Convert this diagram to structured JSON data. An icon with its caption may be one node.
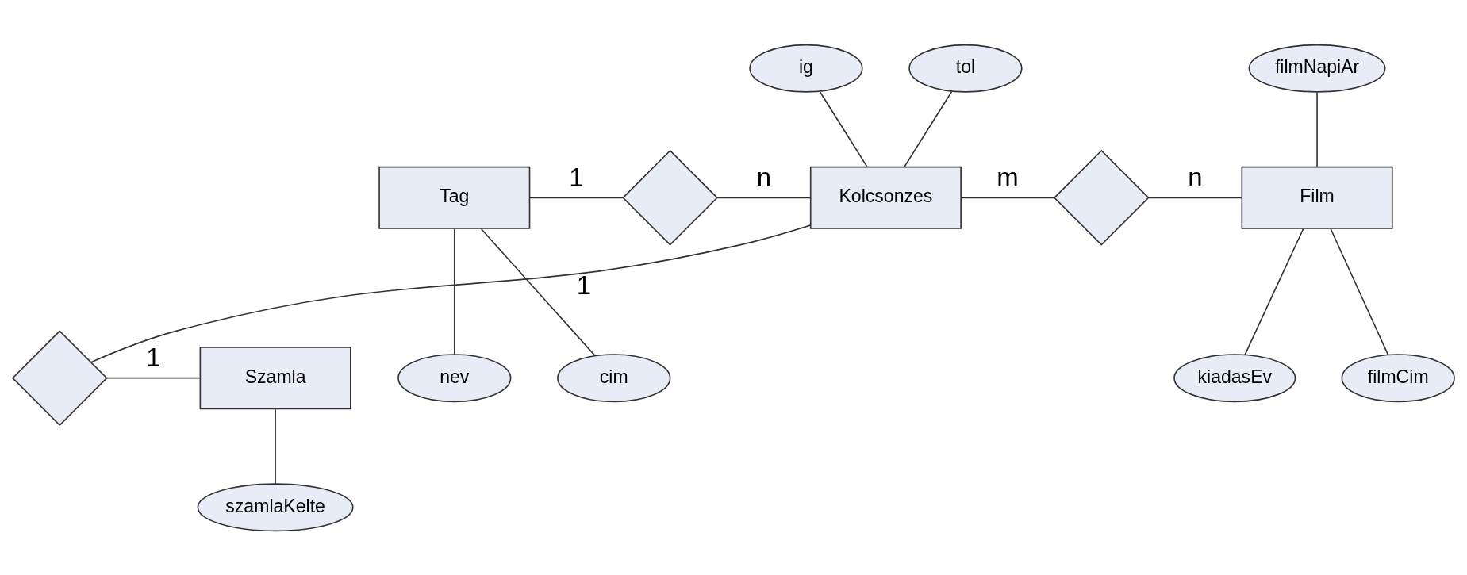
{
  "diagram": {
    "nodes": [
      {
        "text": [
          "tol"
        ]
      },
      {
        "text": [
          "ig"
        ]
      },
      {
        "text": [
          "filmNapiAr"
        ]
      },
      {
        "text": [
          "Tag"
        ]
      },
      {
        "text": [],
        "shape": "diamond"
      },
      {
        "text": [
          "Kolcsonzes"
        ]
      },
      {
        "text": [],
        "shape": "diamond"
      },
      {
        "text": [
          "Film"
        ]
      },
      {
        "text": [
          "filmCim"
        ]
      },
      {
        "text": [
          "kiadasEv"
        ]
      },
      {
        "text": [
          "nev"
        ]
      },
      {
        "text": [
          "cim"
        ]
      },
      {
        "text": [],
        "shape": "diamond"
      },
      {
        "text": [
          "Szamla"
        ]
      },
      {
        "text": [
          "szamlaKelte"
        ]
      }
    ],
    "edges": [
      {
        "from": 3,
        "to": 4,
        "arrow": "none",
        "label": "1"
      },
      {
        "from": 4,
        "to": 5,
        "arrow": "none",
        "label": "n"
      },
      {
        "from": 5,
        "to": 6,
        "arrow": "none",
        "label": "m"
      },
      {
        "from": 6,
        "to": 7,
        "arrow": "none",
        "label": "n"
      },
      {
        "from": 5,
        "to": 12,
        "arrow": "none",
        "label": "1"
      },
      {
        "from": 12,
        "to": 13,
        "arrow": "none",
        "label": "1"
      },
      {
        "from": 0,
        "to": 5,
        "arrow": "none"
      },
      {
        "from": 1,
        "to": 5,
        "arrow": "none"
      },
      {
        "from": 2,
        "to": 7,
        "arrow": "none"
      },
      {
        "from": 7,
        "to": 8,
        "arrow": "none"
      },
      {
        "from": 7,
        "to": 9,
        "arrow": "none"
      },
      {
        "from": 3,
        "to": 10,
        "arrow": "none"
      },
      {
        "from": 3,
        "to": 11,
        "arrow": "none"
      },
      {
        "from": 13,
        "to": 14,
        "arrow": "none"
      }
    ]
  }
}
